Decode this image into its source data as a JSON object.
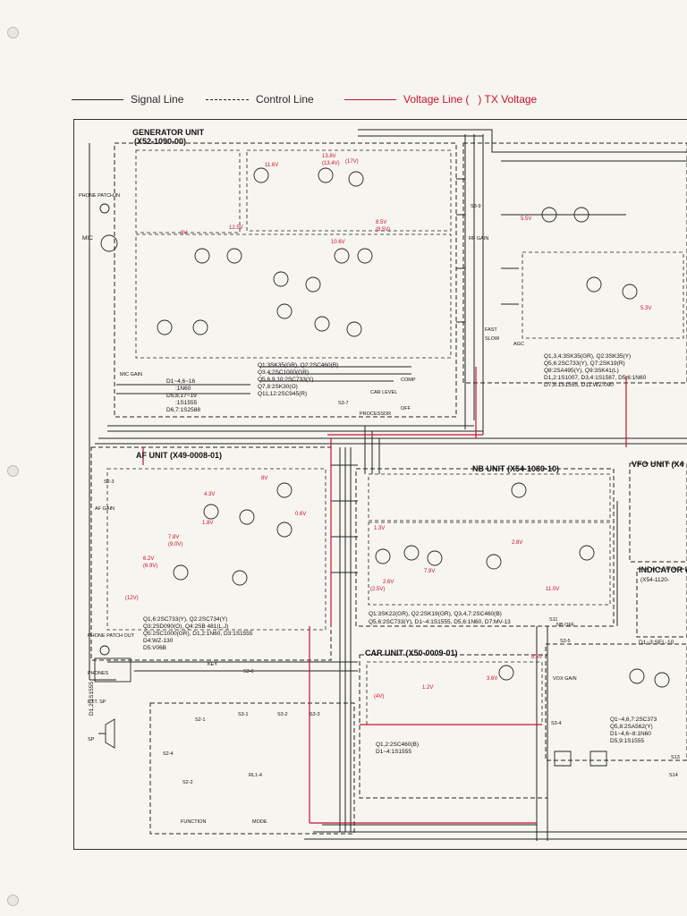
{
  "legend": {
    "signal": "Signal Line",
    "control": "Control Line",
    "voltage_prefix": "Voltage Line (",
    "voltage_suffix": ") TX Voltage"
  },
  "units": {
    "generator": {
      "title": "GENERATOR UNIT",
      "code": "(X52-1090-00)"
    },
    "af": {
      "title": "AF UNIT (X49-0008-01)"
    },
    "nb": {
      "title": "NB UNIT (X54-1080-10)"
    },
    "vfo": {
      "title": "VFO UNIT (X4"
    },
    "indicator": {
      "title": "INDICATOR U",
      "code": "(X54-1120-"
    },
    "car": {
      "title": "CAR UNIT (X50-0009-01)"
    }
  },
  "left_labels": {
    "phone_patch_in": "PHONE PATCH IN",
    "mic": "MIC",
    "af_gain": "AF GAIN",
    "phone_patch_out": "PHONE PATCH OUT",
    "phones": "PHONES",
    "ext_sp": "EXT. SP",
    "sp": "SP",
    "key": "KEY",
    "function": "FUNCTION",
    "mode": "MODE"
  },
  "parts": {
    "generator": [
      "Q1:3SK35(GR), Q2:2SC460(B)",
      "Q3,4:2SC1000(GR)",
      "Q5,6,9,10:2SC733(Y)",
      "Q7,8:2SK30(O)",
      "Q11,12:2SC945(R)"
    ],
    "gen_diodes": [
      "D1~4,6~16",
      ":1N60",
      "D5,8,17~19",
      ":1S1555",
      "D6,7:1S2588"
    ],
    "rf": [
      "Q1,3,4:3SK35(GR), Q2:3SK35(Y)",
      "Q5,6:2SC733(Y), Q7:2SK19(R)",
      "Q8:2SA495(Y), Q9:3SK41(L)",
      "D1,2:1S1007, D3,4:1S1587, D5,6:1N60",
      "D7,8:1S1555, D11:WZ-090"
    ],
    "af": [
      "Q1,6:2SC733(Y), Q2:2SC734(Y)",
      "Q3:2SD090(O), Q4:2SB 481(L,J)",
      "Q5:2SC1000(GR), D1,2:1N60, D3:1S1555",
      "D4:WZ-130",
      "D5:V06B"
    ],
    "nb": [
      "Q1:3SK22(GR), Q2:2SK19(GR), Q3,4,7:2SC460(B)",
      "Q5,6:2SC733(Y), D1~4:1S1555, D5,6:1N60, D7:MV-13"
    ],
    "car": [
      "Q1,2:2SC460(B)",
      "D1~4:1S1555"
    ],
    "right": [
      "Q1~4,6,7:2SC373",
      "Q5,8:2SA562(Y)",
      "D1~4,6~8:1N60",
      "D5,9:1S1555"
    ],
    "misc": [
      "D1,2:1S1555",
      "D1~3:SEL-10"
    ]
  },
  "switches": [
    "S2-3",
    "S3-6",
    "S3-7",
    "S2-1",
    "S2-4",
    "S2-2",
    "S3-1",
    "S3-2",
    "S3-3",
    "S3-4",
    "S3-5",
    "S3-9",
    "S11",
    "S13",
    "S14",
    "RL1-4"
  ],
  "control_labels": {
    "processor": "PROCESSOR",
    "rf_gain": "RF GAIN",
    "agc": "AGC",
    "slow": "SLOW",
    "fast": "FAST",
    "vox_gain": "VOX GAIN",
    "nb_off": "NB OFF",
    "mic_gain": "MIC GAIN",
    "car_level": "CAR LEVEL",
    "comp": "COMP",
    "off": "OFF"
  },
  "voltages": [
    "13.8V",
    "(13.4V)",
    "11.6V",
    "(17V)",
    "12.5V",
    "10.6V",
    "9V",
    "8.5V",
    "(8.5V)",
    "5.5V",
    "4.3V",
    "1.8V",
    "7.8V",
    "(9.0V)",
    "1.3V",
    "2.8V",
    "11.0V",
    "(12V)",
    "8V",
    "0.6V",
    "6.2V",
    "(6.9V)",
    "2.6V",
    "3.6V",
    "8.6V",
    "(4V)",
    "1.2V",
    "(2.5V)",
    "7.9V",
    "5.3V"
  ],
  "chart_data": {
    "type": "table",
    "series": []
  }
}
